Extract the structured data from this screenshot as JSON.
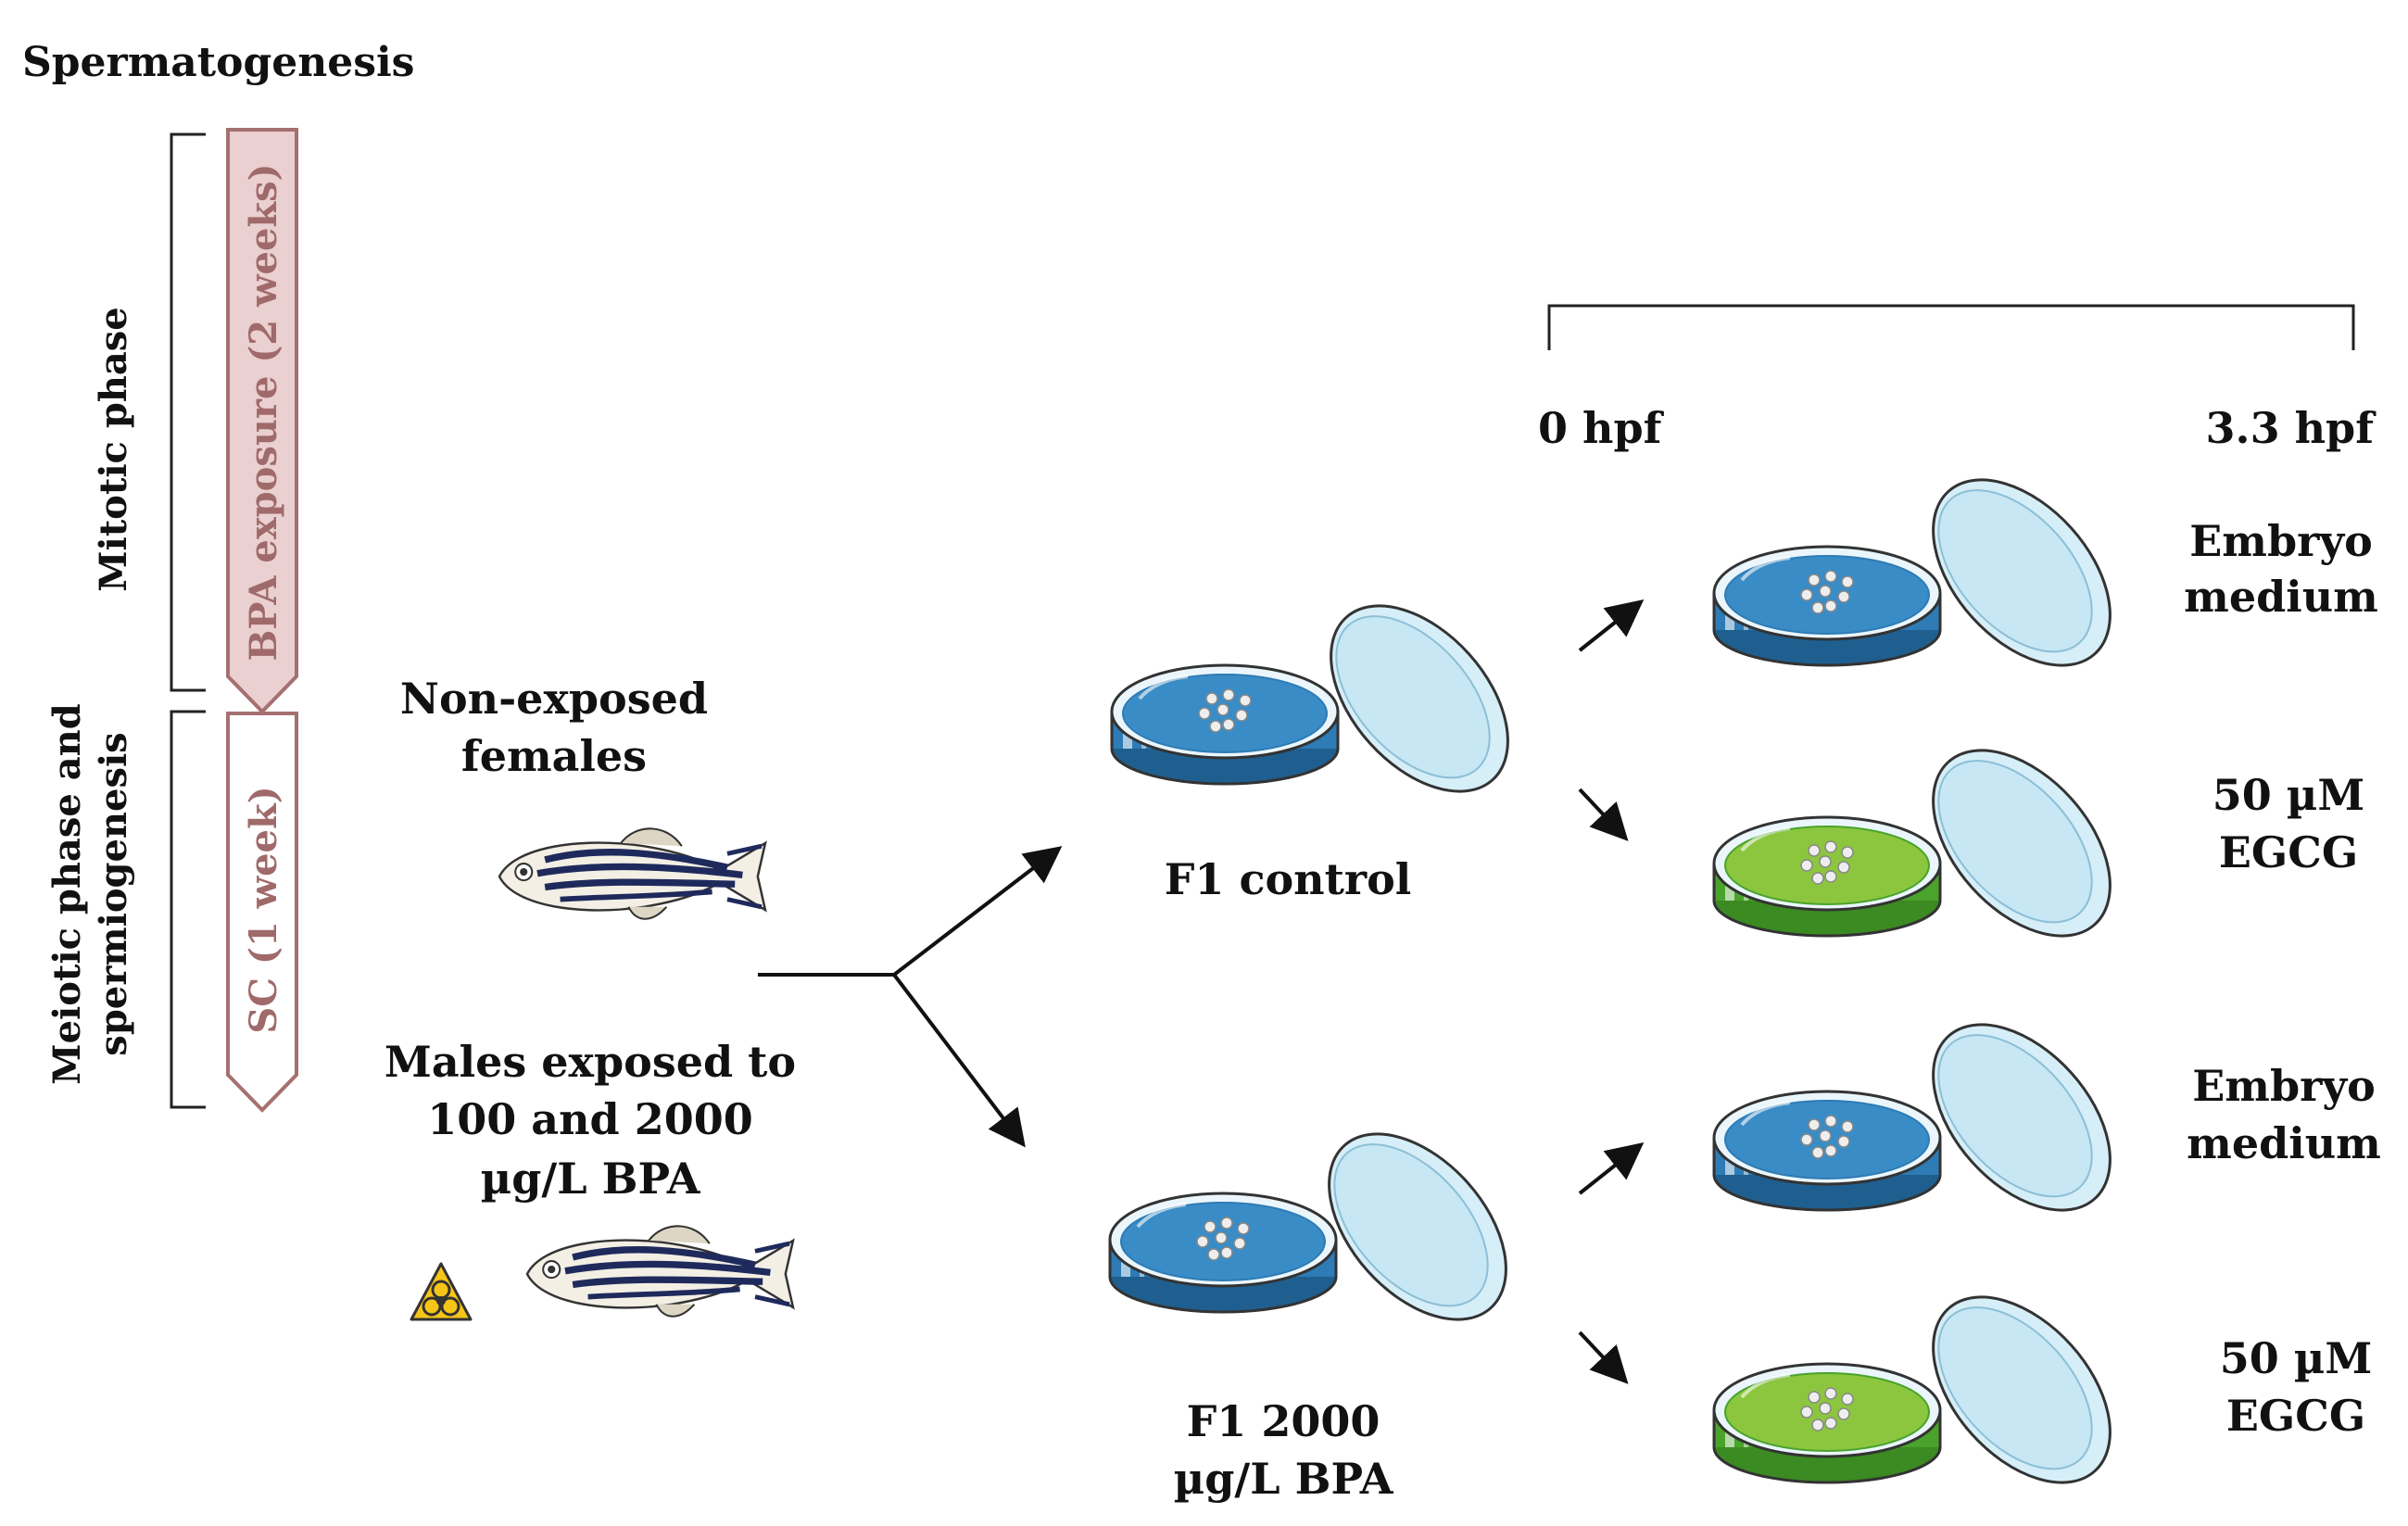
{
  "title": "Spermatogenesis",
  "phases": {
    "mitotic": "Mitotic phase",
    "meiotic_line1": "Meiotic phase and",
    "meiotic_line2": "spermiogenesis"
  },
  "timeline": {
    "bpa_exposure": "BPA exposure (2 weeks)",
    "sc": "SC (1 week)"
  },
  "parents": {
    "females_line1": "Non-exposed",
    "females_line2": "females",
    "males_line1": "Males exposed to",
    "males_line2": "100 and 2000",
    "males_line3": "µg/L BPA"
  },
  "groups": {
    "control": "F1 control",
    "bpa_line1": "F1 2000",
    "bpa_line2": "µg/L BPA"
  },
  "time_axis": {
    "start": "0 hpf",
    "end": "3.3 hpf"
  },
  "treatments": [
    {
      "line1": "Embryo",
      "line2": "medium"
    },
    {
      "line1": "50 µM",
      "line2": "EGCG"
    },
    {
      "line1": "Embryo",
      "line2": "medium"
    },
    {
      "line1": "50 µM",
      "line2": "EGCG"
    }
  ],
  "colors": {
    "timeline_fill": "#ead0d0",
    "timeline_stroke": "#a57070",
    "timeline_text": "#a06a6a",
    "medium_blue": "#2f7fb8",
    "egcg_green": "#8cc63f",
    "lid": "#cfe9f4",
    "hazard": "#f5c518"
  },
  "icons": {
    "fish": "zebrafish-icon",
    "dish": "petri-dish-icon",
    "hazard": "biohazard-icon"
  }
}
